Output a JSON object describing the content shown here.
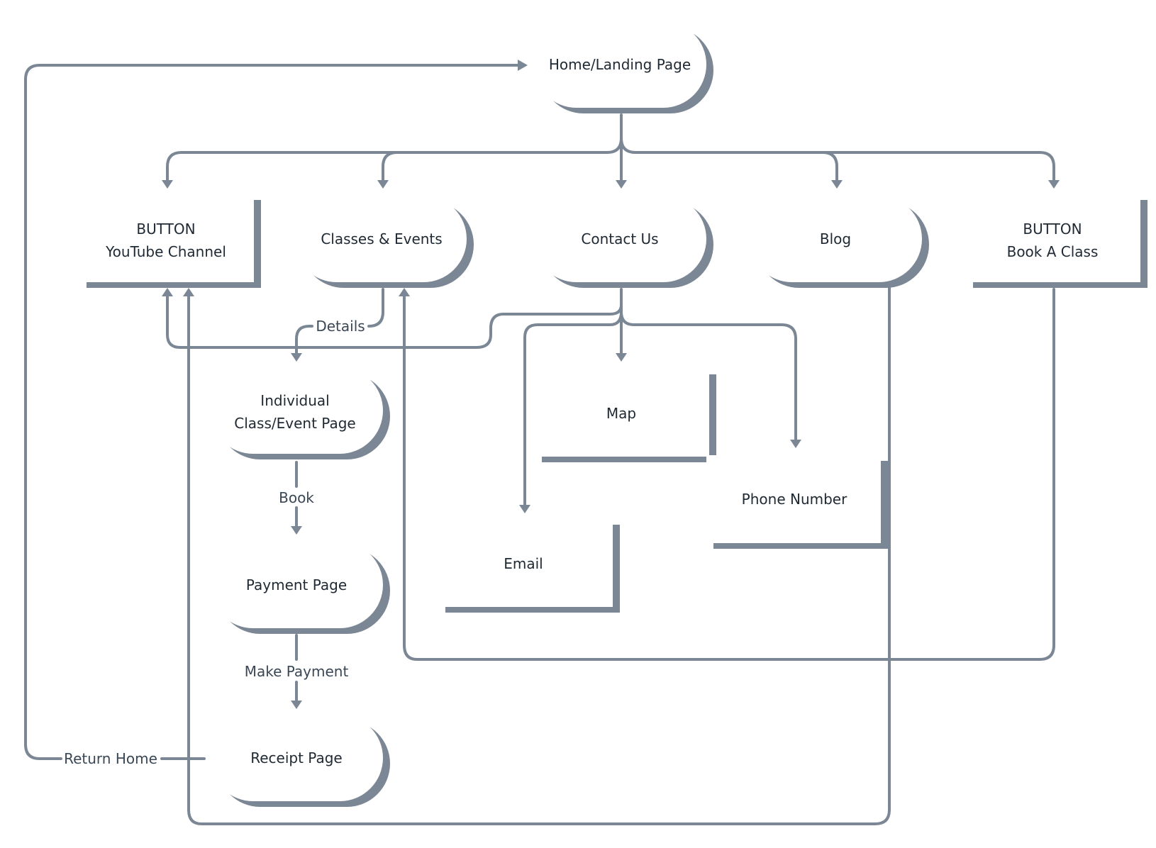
{
  "diagram": {
    "nodes": {
      "home": [
        "Home/Landing Page"
      ],
      "youtube": [
        "BUTTON",
        "YouTube Channel"
      ],
      "classes": [
        "Classes & Events"
      ],
      "contact": [
        "Contact Us"
      ],
      "blog": [
        "Blog"
      ],
      "book_class": [
        "BUTTON",
        "Book A Class"
      ],
      "individual": [
        "Individual",
        "Class/Event Page"
      ],
      "map": [
        "Map"
      ],
      "phone": [
        "Phone Number"
      ],
      "email": [
        "Email"
      ],
      "payment": [
        "Payment Page"
      ],
      "receipt": [
        "Receipt Page"
      ]
    },
    "edge_labels": {
      "details": "Details",
      "book": "Book",
      "make_payment": "Make Payment",
      "return_home": "Return Home"
    },
    "colors": {
      "line": "#7b8794",
      "shadow": "#7b8794",
      "text": "#1f2933"
    }
  }
}
